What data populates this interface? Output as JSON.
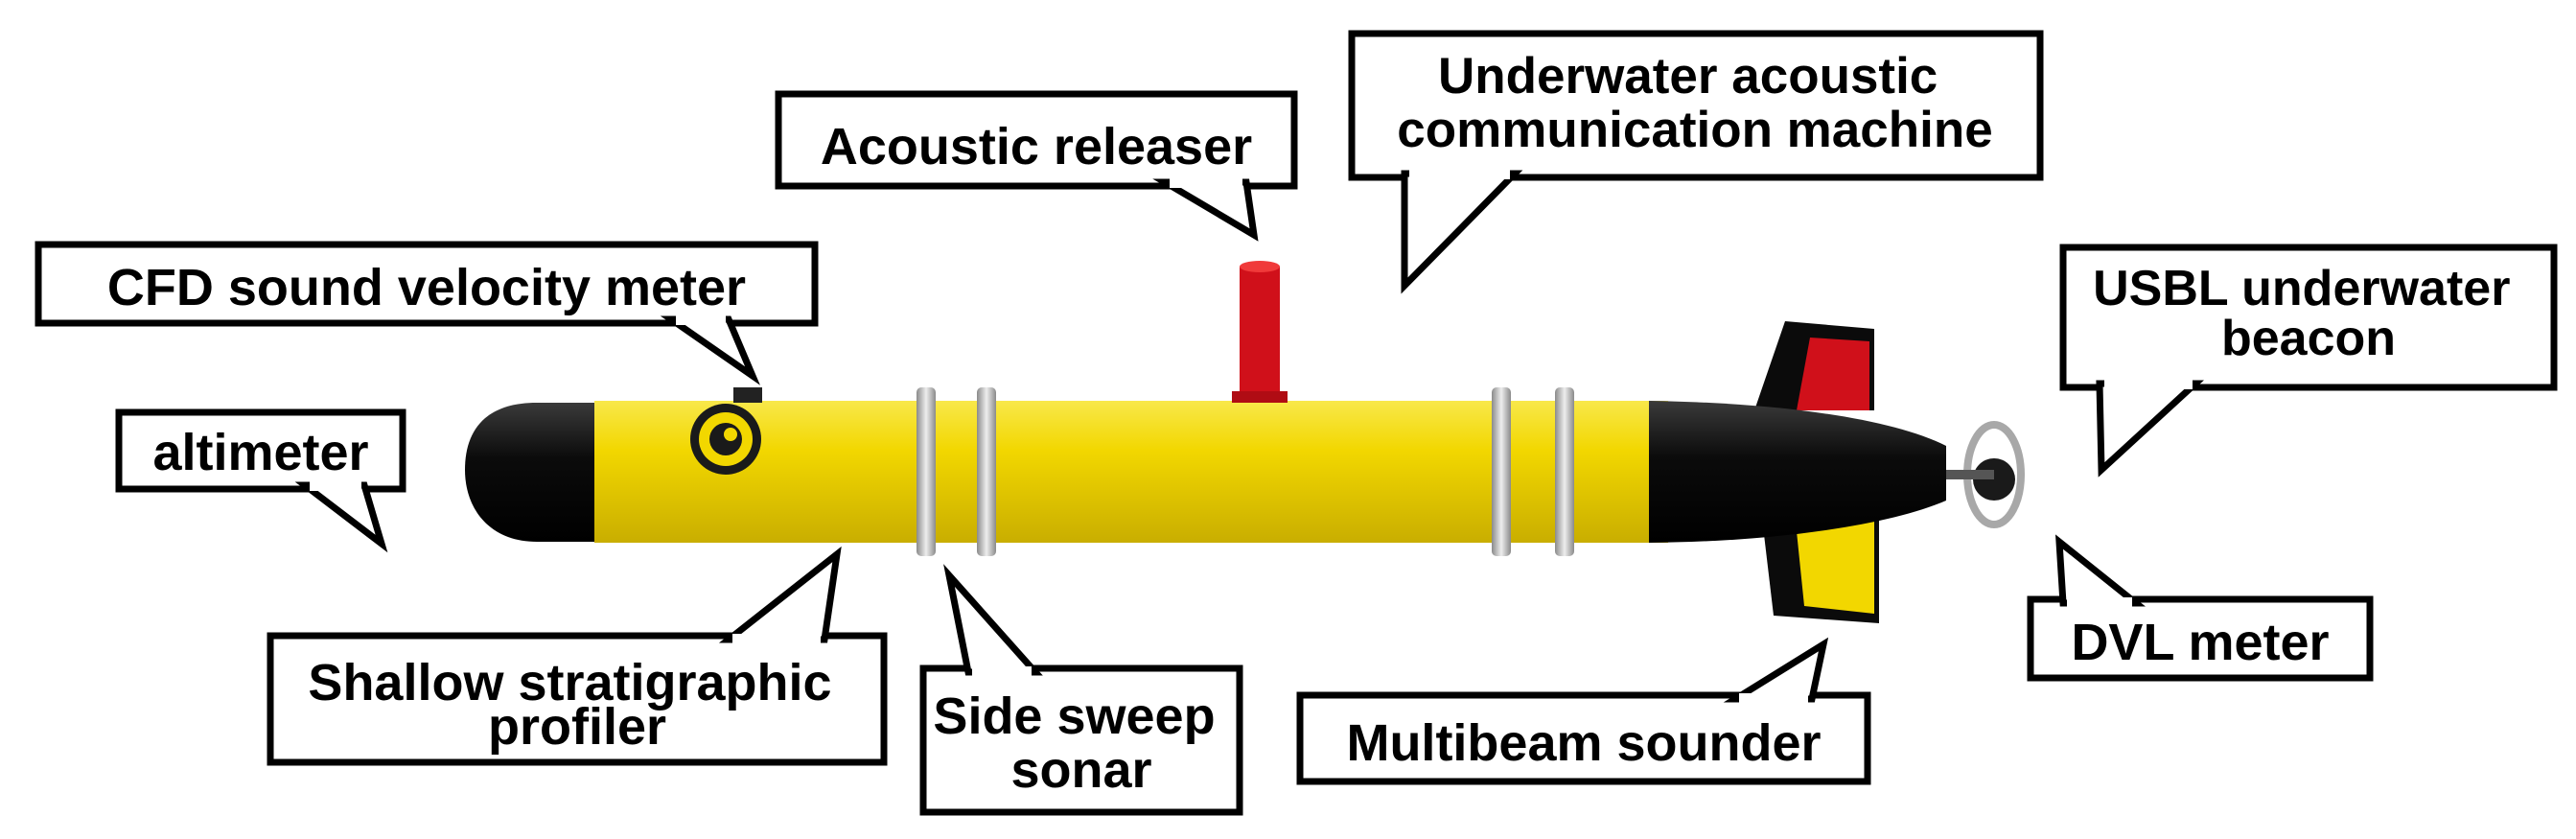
{
  "labels": {
    "acoustic_releaser": "Acoustic releaser",
    "underwater_acoustic_comm": [
      "Underwater acoustic",
      "communication machine"
    ],
    "cfd_sound_velocity": "CFD sound velocity meter",
    "usbl_beacon": [
      "USBL underwater",
      "beacon"
    ],
    "altimeter": "altimeter",
    "dvl_meter": "DVL meter",
    "shallow_profiler": [
      "Shallow stratigraphic",
      "profiler"
    ],
    "side_sweep_sonar": [
      "Side sweep",
      "sonar"
    ],
    "multibeam_sounder": "Multibeam sounder"
  },
  "colors": {
    "hull_yellow": "#f2d700",
    "nose_black": "#0b0b0b",
    "fin_red": "#d0101a",
    "band_silver": "#c9c9c9",
    "outline": "#000000"
  }
}
